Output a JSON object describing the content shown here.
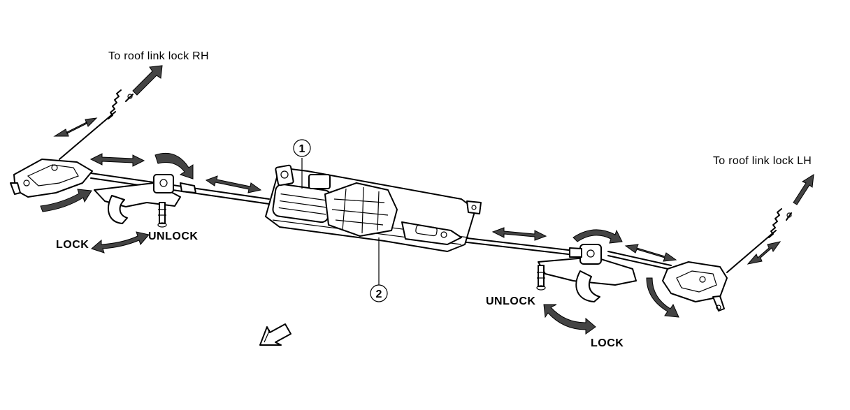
{
  "labels": {
    "roof_rh": "To roof link lock RH",
    "roof_lh": "To roof link lock LH",
    "lock_left": "LOCK",
    "unlock_left": "UNLOCK",
    "unlock_right": "UNLOCK",
    "lock_right": "LOCK"
  },
  "callouts": {
    "one": "1",
    "two": "2"
  },
  "icons": {
    "front_direction": "front-arrow-icon"
  },
  "colors": {
    "line": "#000000",
    "arrow_fill": "#444444",
    "background": "#ffffff"
  }
}
